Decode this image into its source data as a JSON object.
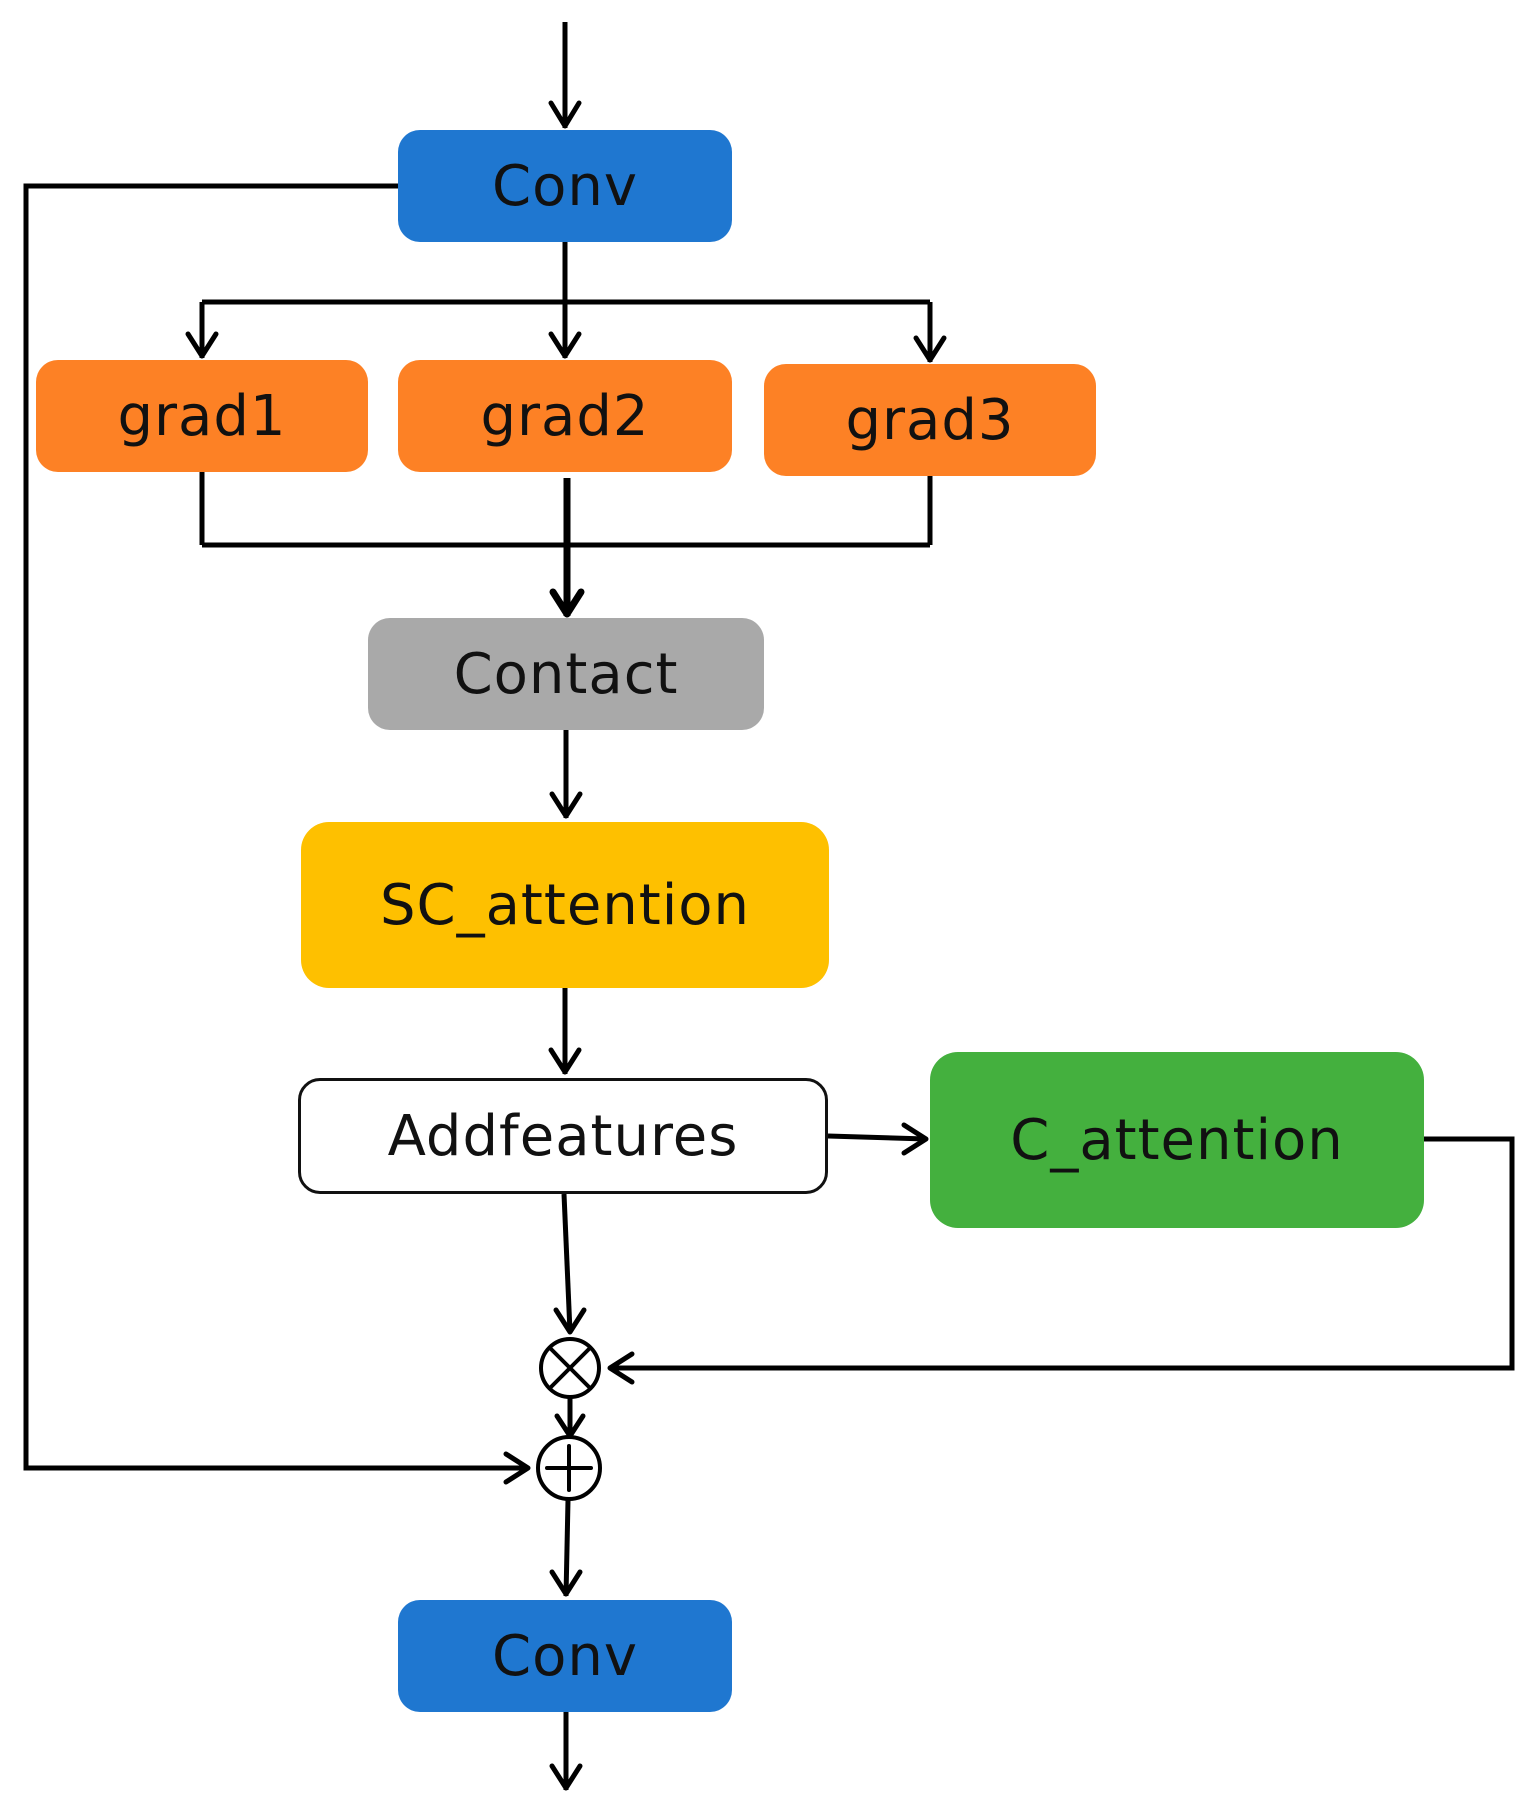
{
  "nodes": {
    "conv_in": {
      "label": "Conv",
      "color": "#1f77d0"
    },
    "grad1": {
      "label": "grad1",
      "color": "#fd8125"
    },
    "grad2": {
      "label": "grad2",
      "color": "#fd8125"
    },
    "grad3": {
      "label": "grad3",
      "color": "#fd8125"
    },
    "contact": {
      "label": "Contact",
      "color": "#a9a9a9"
    },
    "sc_attention": {
      "label": "SC_attention",
      "color": "#fec000"
    },
    "addfeatures": {
      "label": "Addfeatures",
      "color": "#ffffff"
    },
    "c_attention": {
      "label": "C_attention",
      "color": "#44b03e"
    },
    "conv_out": {
      "label": "Conv",
      "color": "#1f77d0"
    }
  },
  "operators": {
    "multiply": {
      "symbol": "⊗",
      "meaning": "element-wise multiplication"
    },
    "add": {
      "symbol": "⊕",
      "meaning": "element-wise addition"
    }
  },
  "edges": [
    {
      "from": "input",
      "to": "conv_in"
    },
    {
      "from": "conv_in",
      "to": "grad1"
    },
    {
      "from": "conv_in",
      "to": "grad2"
    },
    {
      "from": "conv_in",
      "to": "grad3"
    },
    {
      "from": "grad1",
      "to": "contact"
    },
    {
      "from": "grad2",
      "to": "contact"
    },
    {
      "from": "grad3",
      "to": "contact"
    },
    {
      "from": "contact",
      "to": "sc_attention"
    },
    {
      "from": "sc_attention",
      "to": "addfeatures"
    },
    {
      "from": "addfeatures",
      "to": "c_attention"
    },
    {
      "from": "addfeatures",
      "to": "multiply"
    },
    {
      "from": "c_attention",
      "to": "multiply"
    },
    {
      "from": "multiply",
      "to": "add"
    },
    {
      "from": "conv_in",
      "to": "add"
    },
    {
      "from": "add",
      "to": "conv_out"
    },
    {
      "from": "conv_out",
      "to": "output"
    }
  ]
}
